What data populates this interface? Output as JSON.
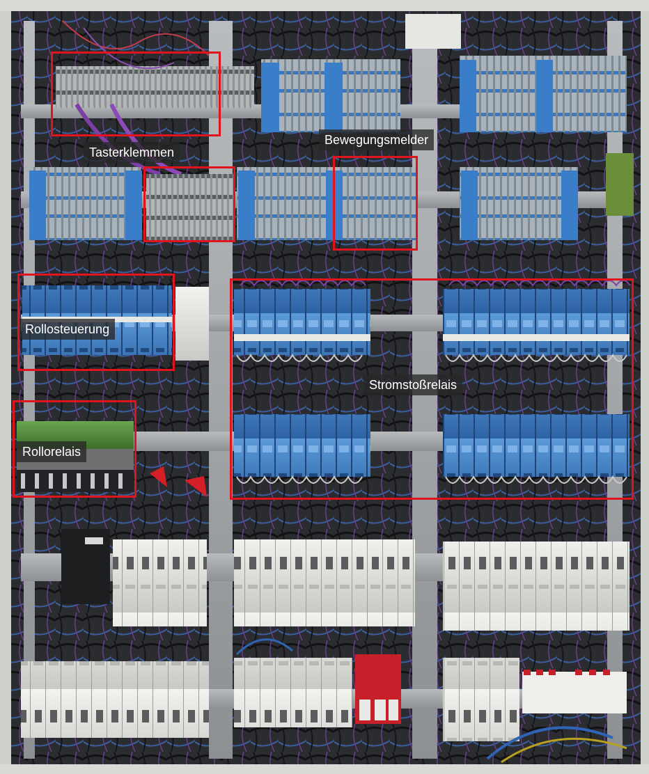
{
  "image": {
    "colors": {
      "highlight": "#e0141c",
      "label_bg": "#2a2a2a",
      "label_text": "#ffffff",
      "relay_blue": "#3a78c0",
      "terminal_grey": "#9a9c9e",
      "breaker_white": "#e6e6e2",
      "green_relay": "#4f8a3a",
      "surge_red": "#c8202a",
      "enclosure": "#cfcfcb"
    }
  },
  "annotations": [
    {
      "id": "tasterklemmen",
      "label": "Tasterklemmen"
    },
    {
      "id": "bewegungsmelder",
      "label": "Bewegungsmelder"
    },
    {
      "id": "rollosteuerung",
      "label": "Rollosteuerung"
    },
    {
      "id": "stromstossrelais",
      "label": "Stromstoßrelais"
    },
    {
      "id": "rollorelais",
      "label": "Rollorelais"
    }
  ]
}
